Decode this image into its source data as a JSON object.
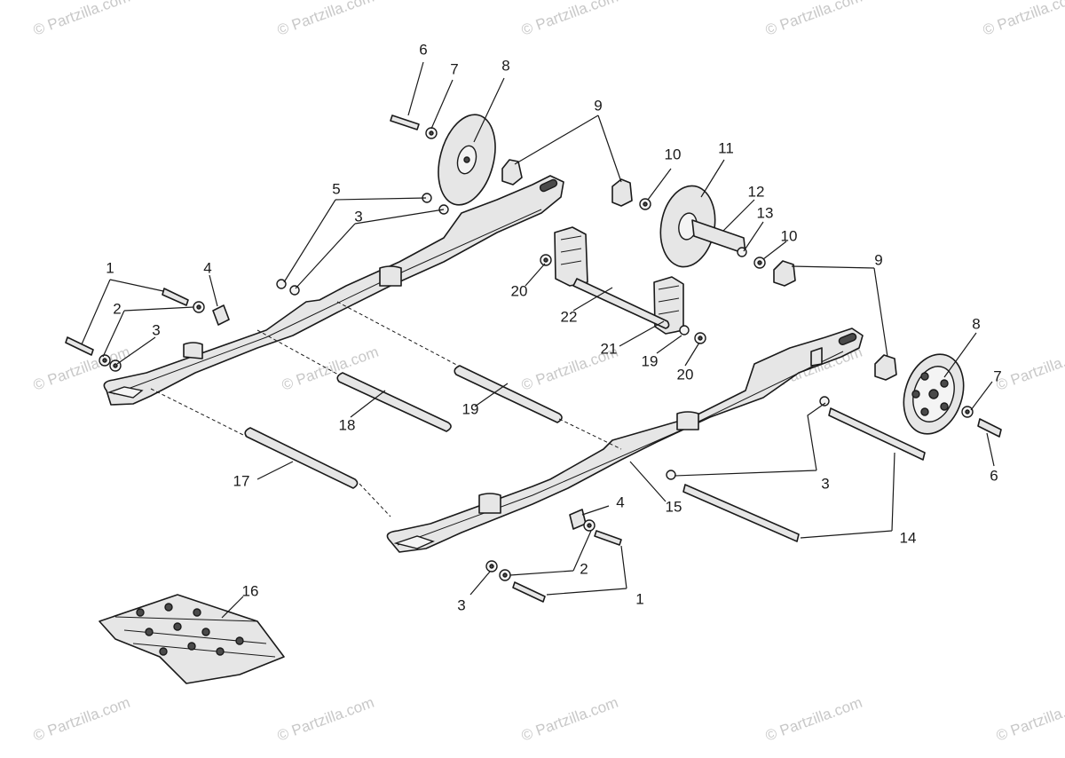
{
  "watermark": {
    "text": "© Partzilla.com"
  },
  "callouts": {
    "c1a": "1",
    "c1b": "1",
    "c2a": "2",
    "c2b": "2",
    "c3a": "3",
    "c3b": "3",
    "c3c": "3",
    "c3d": "3",
    "c4a": "4",
    "c4b": "4",
    "c5": "5",
    "c6a": "6",
    "c6b": "6",
    "c7a": "7",
    "c7b": "7",
    "c8a": "8",
    "c8b": "8",
    "c9a": "9",
    "c9b": "9",
    "c10a": "10",
    "c10b": "10",
    "c11": "11",
    "c12": "12",
    "c13": "13",
    "c14": "14",
    "c15": "15",
    "c16": "16",
    "c17": "17",
    "c18": "18",
    "c19a": "19",
    "c19b": "19",
    "c20a": "20",
    "c20b": "20",
    "c21": "21",
    "c22": "22"
  }
}
